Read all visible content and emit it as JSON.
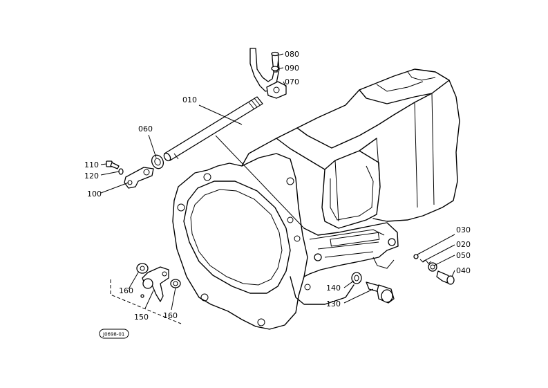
{
  "labels": {
    "p010": "010",
    "p020": "020",
    "p030": "030",
    "p040": "040",
    "p050": "050",
    "p060": "060",
    "p070": "070",
    "p080": "080",
    "p090": "090",
    "p100": "100",
    "p110": "110",
    "p120": "120",
    "p130": "130",
    "p140": "140",
    "p150": "150",
    "p160a": "160",
    "p160b": "160"
  },
  "reference_code": "J0698-01"
}
